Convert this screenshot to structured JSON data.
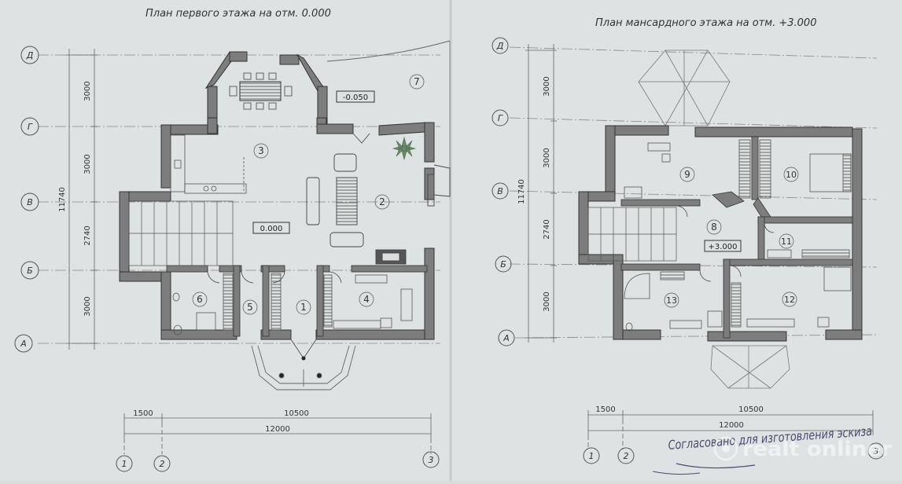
{
  "left_plan": {
    "title": "План первого этажа на отм. 0.000",
    "axes_rows": [
      "Д",
      "Г",
      "В",
      "Б",
      "А"
    ],
    "axes_cols": [
      "1",
      "2",
      "3"
    ],
    "row_dims": [
      "3000",
      "3000",
      "2740",
      "3000"
    ],
    "total_height": "11740",
    "bottom_dims": [
      "1500",
      "10500",
      "12000"
    ],
    "level_marks": [
      "-0.050",
      "0.000"
    ],
    "rooms": [
      "1",
      "2",
      "3",
      "4",
      "5",
      "6",
      "7"
    ]
  },
  "right_plan": {
    "title": "План мансардного этажа на отм. +3.000",
    "axes_rows": [
      "Д",
      "Г",
      "В",
      "Б",
      "А"
    ],
    "axes_cols": [
      "1",
      "2",
      "3"
    ],
    "row_dims": [
      "3000",
      "3000",
      "2740",
      "3000"
    ],
    "total_height": "11740",
    "bottom_dims": [
      "1500",
      "10500",
      "12000"
    ],
    "level_marks": [
      "+3.000"
    ],
    "rooms": [
      "8",
      "9",
      "10",
      "11",
      "12",
      "13"
    ]
  },
  "handwritten_note": "Согласовано для изготовления эскиза",
  "watermark": "realt onliner"
}
